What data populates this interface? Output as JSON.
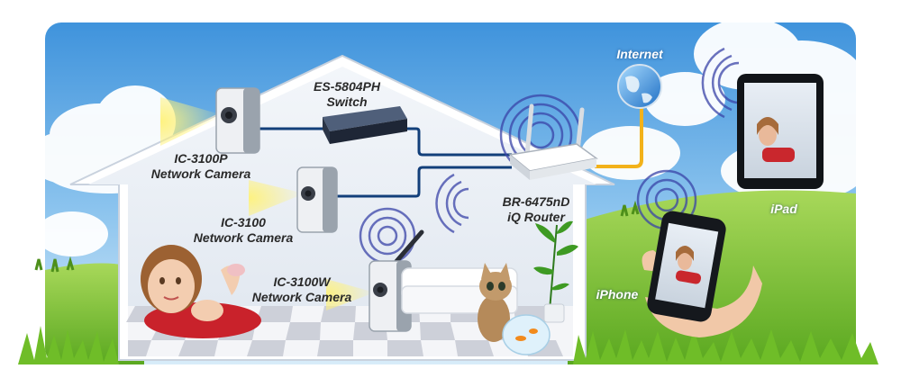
{
  "colors": {
    "sky_top": "#4a9be0",
    "sky_bottom": "#cfe6f7",
    "grass": "#7dc232",
    "house_wall": "#e9eef5",
    "floor_tile_dark": "#c9ccd6",
    "floor_tile_light": "#f4f5f8",
    "cable_lan": "#123f7a",
    "cable_wan": "#f2b21a",
    "signal_ring": "#3a44a8"
  },
  "labels": {
    "switch": {
      "line1": "ES-5804PH",
      "line2": "Switch"
    },
    "cam_3100p": {
      "line1": "IC-3100P",
      "line2": "Network Camera"
    },
    "cam_3100": {
      "line1": "IC-3100",
      "line2": "Network Camera"
    },
    "cam_3100w": {
      "line1": "IC-3100W",
      "line2": "Network Camera"
    },
    "router": {
      "line1": "BR-6475nD",
      "line2": "iQ Router"
    },
    "internet": "Internet",
    "ipad": "iPad",
    "iphone": "iPhone"
  },
  "icons": {
    "switch": "network-switch-icon",
    "camera": "ip-camera-icon",
    "wireless_camera": "wireless-ip-camera-icon",
    "router": "wireless-router-icon",
    "internet": "globe-icon",
    "ipad": "tablet-icon",
    "iphone": "smartphone-icon",
    "child": "child-photo",
    "cat": "kitten-photo",
    "sofa": "sofa-icon",
    "plant": "potted-plant-icon",
    "fishbowl": "fishbowl-icon"
  }
}
